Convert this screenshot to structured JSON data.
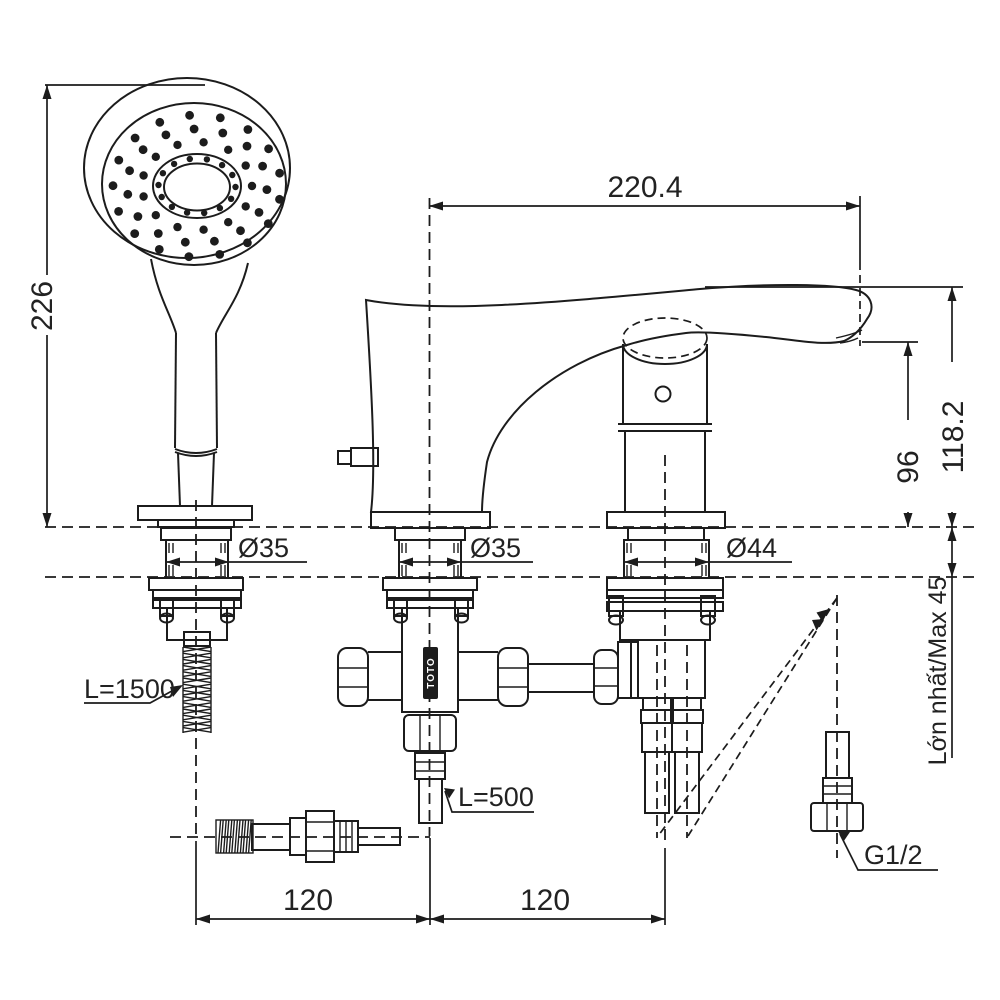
{
  "drawing": {
    "background": "#ffffff",
    "line_color": "#1c1c1c",
    "text_color": "#222222",
    "labels": {
      "dim_spout_reach": "220.4",
      "dim_handshower_height": "226",
      "dim_spout_top_height": "118.2",
      "dim_outlet_height": "96",
      "dia_handshower_shank": "Ø35",
      "dia_spout_shank": "Ø35",
      "dia_valve_shank": "Ø44",
      "handshower_hose_length": "L=1500",
      "valve_hose_length": "L=500",
      "dim_spacing_left": "120",
      "dim_spacing_right": "120",
      "thread_size": "G1/2",
      "max_deck_thickness": "Lớn nhất/Max 45",
      "brand_mark": "TOTO"
    }
  }
}
